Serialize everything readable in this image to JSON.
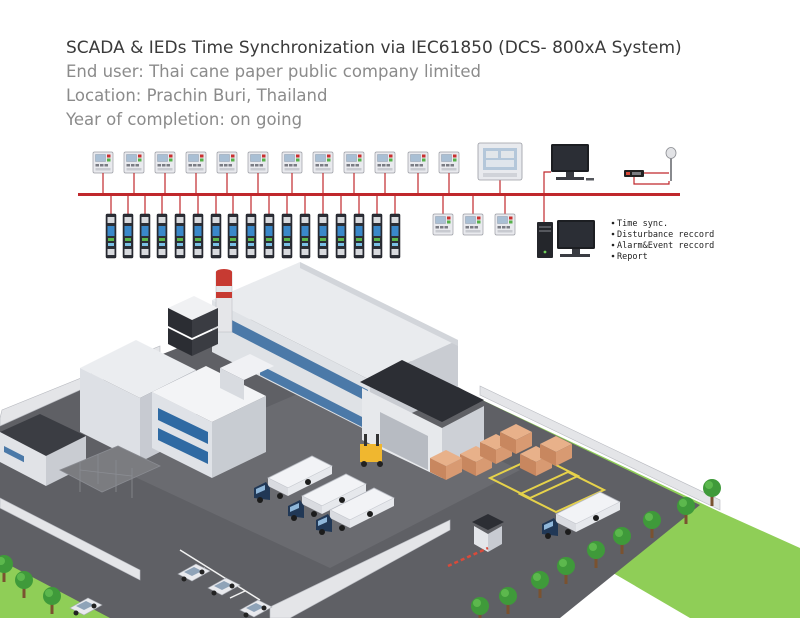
{
  "header": {
    "title": "SCADA & IEDs Time Synchronization via IEC61850 (DCS- 800xA System)",
    "end_user": "End user: Thai cane paper public company limited",
    "location": "Location: Prachin Buri, Thailand",
    "year": "Year of completion: on going"
  },
  "functions": [
    "Time sync.",
    "Disturbance reccord",
    "Alarm&Event reccord",
    "Report"
  ],
  "colors": {
    "bus": "#c0282c",
    "ground": "#5f6065",
    "grass": "#8fce57",
    "tree": "#3f9a3a",
    "truck_cab": "#213856",
    "box": "#d89a72"
  },
  "icons": {
    "relay": "protection-relay-icon",
    "ied": "ied-module-icon",
    "hmi": "hmi-panel-icon",
    "monitor": "monitor-icon",
    "server": "server-tower-icon",
    "gps_clock": "gps-clock-icon",
    "antenna": "gps-antenna-icon"
  }
}
